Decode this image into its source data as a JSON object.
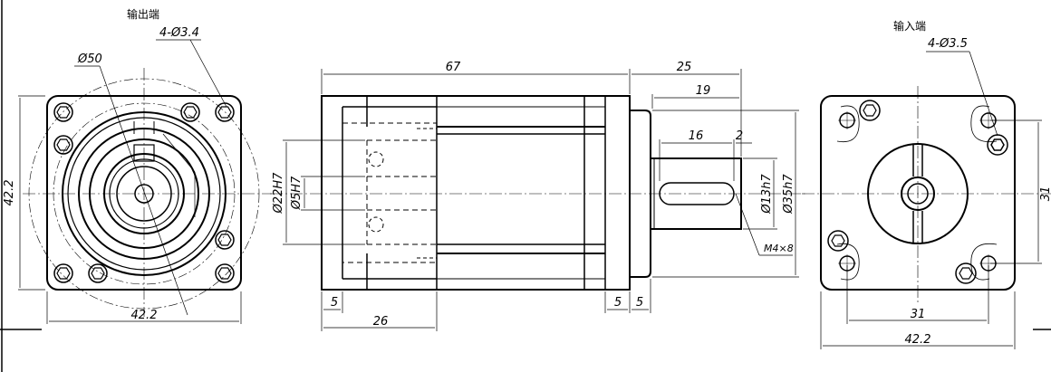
{
  "labels": {
    "output_end": "输出端",
    "input_end": "输入端",
    "left_holes": "4-Ø3.4",
    "right_holes": "4-Ø3.5",
    "left_circle": "Ø50",
    "left_height": "42.2",
    "left_width": "42.2",
    "total_length": "67",
    "shaft_length": "25",
    "shaft_19": "19",
    "key_16": "16",
    "key_gap": "2",
    "bore_22": "Ø22H7",
    "bore_5": "Ø5H7",
    "shaft_13": "Ø13h7",
    "pilot_35": "Ø35h7",
    "thread": "M4×8",
    "dim_5a": "5",
    "dim_26": "26",
    "dim_5b": "5",
    "dim_5c": "5",
    "right_31v": "31",
    "right_31h": "31",
    "right_width": "42.2"
  },
  "colors": {
    "ink": "#000000",
    "paper": "#ffffff"
  }
}
